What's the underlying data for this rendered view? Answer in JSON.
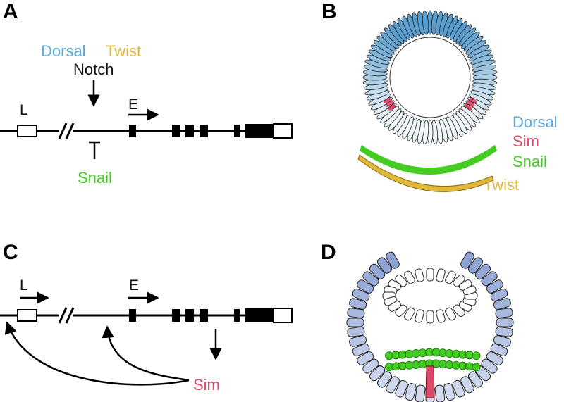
{
  "panels": {
    "a": {
      "letter": "A",
      "dorsal": "Dorsal",
      "twist": "Twist",
      "notch": "Notch",
      "snail": "Snail",
      "l": "L",
      "e": "E"
    },
    "b": {
      "letter": "B",
      "dorsal": "Dorsal",
      "sim": "Sim",
      "snail": "Snail",
      "twist": "Twist"
    },
    "c": {
      "letter": "C",
      "l": "L",
      "e": "E",
      "sim": "Sim"
    },
    "d": {
      "letter": "D"
    }
  },
  "colors": {
    "dorsal": "#5aa8d8",
    "twist": "#e0b83a",
    "snail": "#44cc22",
    "sim": "#d94a6a",
    "black": "#000000"
  }
}
